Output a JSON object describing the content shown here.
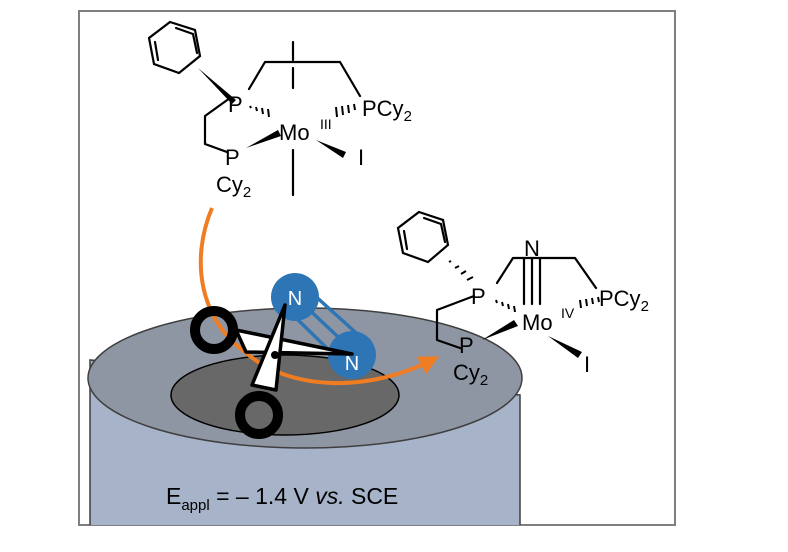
{
  "diagram": {
    "complex_mo3": {
      "metal": "Mo",
      "oxidation_state": "III",
      "ligand_pcy2": "PCy",
      "pcy2_sub": "2",
      "ligand_cy2": "Cy",
      "cy2_sub": "2",
      "p_label": "P",
      "iodide": "I"
    },
    "complex_mo4": {
      "metal": "Mo",
      "oxidation_state": "IV",
      "ligand_pcy2": "PCy",
      "pcy2_sub": "2",
      "ligand_cy2": "Cy",
      "cy2_sub": "2",
      "p_label": "P",
      "nitride": "N",
      "iodide": "I"
    },
    "dinitrogen": {
      "atom_1": "N",
      "atom_2": "N"
    },
    "potential": {
      "symbol": "E",
      "symbol_sub": "appl",
      "value": " = – 1.4 V ",
      "vs": "vs.",
      "reference": " SCE"
    },
    "colors": {
      "arrow": "#f07d23",
      "nitrogen_atom": "#2e75b6",
      "electrode_body": "#a6b3c8",
      "electrode_top": "#8f96a3",
      "electrode_surface": "#686868",
      "scissors": "#000000"
    }
  }
}
